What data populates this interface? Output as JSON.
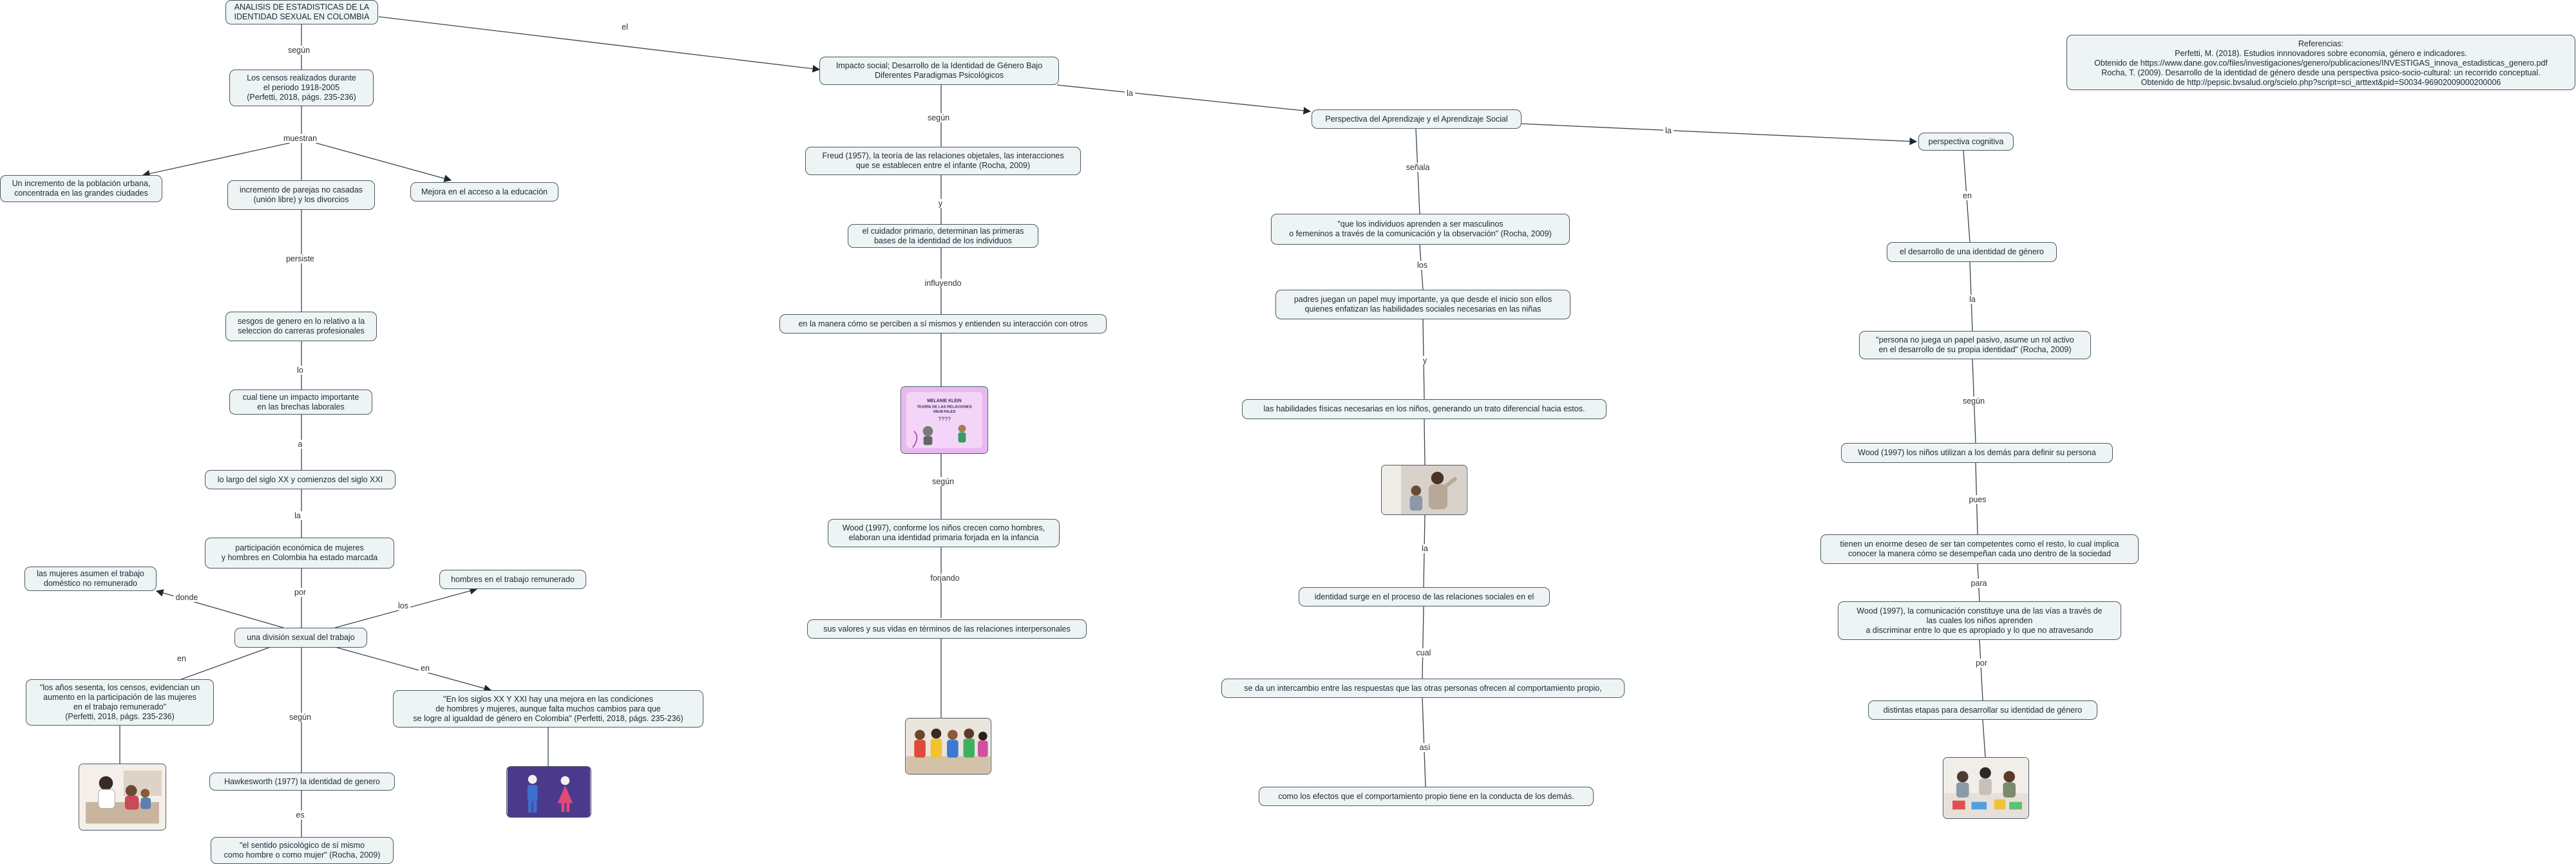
{
  "nodes": {
    "n_title": "ANALISIS DE ESTADISTICAS DE LA\nIDENTIDAD SEXUAL EN COLOMBIA",
    "n_censos": "Los censos realizados durante\nel periodo 1918-2005\n(Perfetti, 2018, págs. 235-236)",
    "n_urbana": "Un incremento de la población urbana,\nconcentrada en las grandes ciudades",
    "n_parejas": "incremento de parejas no casadas\n(unión libre) y los divorcios",
    "n_educacion": "Mejora en el acceso a la educación",
    "n_sesgos": "sesgos de genero en lo relativo a la\nseleccion do carreras profesionales",
    "n_impacto_brechas": "cual tiene un impacto importante\nen las brechas laborales",
    "n_siglo": "lo largo del siglo XX y comienzos del siglo XXI",
    "n_participacion": "participación económica de mujeres\ny hombres en Colombia ha estado marcada",
    "n_domestico": "las mujeres asumen el trabajo\ndoméstico no remunerado",
    "n_remunerado": "hombres en el trabajo remunerado",
    "n_division": "una división sexual del trabajo",
    "n_sesenta": "\"los años sesenta, los censos, evidencian un\naumento en la participación de las mujeres\nen el trabajo remunerado\"\n(Perfetti, 2018, págs. 235-236)",
    "n_siglos": "\"En los siglos XX Y XXI hay una mejora en las condiciones\nde hombres y mujeres, aunque falta muchos cambios para que\nse logre al igualdad de género en Colombia\" (Perfetti, 2018, págs. 235-236)",
    "n_hawkes": "Hawkesworth (1977) la identidad de genero",
    "n_sentido": "\"el sentido psicológico de sí mismo\ncomo hombre o como mujer\" (Rocha, 2009)",
    "n_impacto_social": "Impacto social; Desarrollo de la Identidad de Género Bajo\nDiferentes Paradigmas Psicológicos",
    "n_freud": "Freud (1957), la teoría de las relaciones objetales, las interacciones\nque se establecen entre el infante (Rocha, 2009)",
    "n_cuidador": "el cuidador primario, determinan las primeras\nbases de la identidad de los individuos",
    "n_perciben": "en la manera cómo se perciben a sí mismos y entienden su interacción con otros",
    "n_wood_forjada": "Wood (1997), conforme los niños crecen como hombres,\nelaboran una identidad primaria forjada en la infancia",
    "n_valores": "sus valores y sus vidas en términos de las relaciones interpersonales",
    "n_aprendizaje": "Perspectiva del Aprendizaje y el Aprendizaje Social",
    "n_masculinos": "\"que los individuos aprenden a ser masculinos\no femeninos a través de la comunicación y la observación\" (Rocha, 2009)",
    "n_padres": "padres juegan un papel muy importante, ya que desde el inicio son ellos\nquienes enfatizan las habilidades sociales necesarias en las niñas",
    "n_fisicas": "las habilidades físicas necesarias en los niños, generando un trato diferencial hacia estos.",
    "n_surge": "identidad surge en el proceso de las relaciones sociales en el",
    "n_intercambio": "se da un intercambio entre las respuestas que las otras personas ofrecen al comportamiento propio,",
    "n_efectos": "como los efectos que el comportamiento propio tiene en la conducta de los demás.",
    "n_cognitiva": "perspectiva cognitiva",
    "n_desarrollo": "el desarrollo de una identidad de género",
    "n_pasivo": "\"persona no juega un papel pasivo, asume un rol activo\nen el desarrollo de su propia identidad\" (Rocha, 2009)",
    "n_wood_definir": "Wood (1997) los niños utilizan a los demás para definir su persona",
    "n_deseo": "tienen un enorme deseo de ser tan competentes como el resto, lo cual implica\nconocer la manera cómo se desempeñan cada uno dentro de la sociedad",
    "n_wood_comunicacion": "Wood (1997), la comunicación constituye una de las vías a través de\nlas cuales los niños aprenden\na discriminar entre lo que es apropiado y lo que no atravesando",
    "n_etapas": "distintas etapas para desarrollar su identidad de género",
    "references": "Referencias:\nPerfetti, M. (2018). Estudios innnovadores sobre economía, género e indicadores.\nObtenido de https://www.dane.gov.co/files/investigaciones/genero/publicaciones/INVESTIGAS_innova_estadisticas_genero.pdf\nRocha, T. (2009). Desarrollo de la identidad de género desde una perspectiva psico-socio-cultural: un recorrido conceptual.\nObtenido de http://pepsic.bvsalud.org/scielo.php?script=sci_arttext&pid=S0034-96902009000200006"
  },
  "labels": {
    "l_el": "el",
    "l_segun1": "según",
    "l_muestran": "muestran",
    "l_persiste": "persiste",
    "l_lo": "lo",
    "l_a": "a",
    "l_la1": "la",
    "l_por1": "por",
    "l_donde": "donde",
    "l_los1": "los",
    "l_en1": "en",
    "l_en2": "en",
    "l_segun2": "según",
    "l_es": "es",
    "l_la2": "la",
    "l_segun3": "según",
    "l_y1": "y",
    "l_influyendo": "influyendo",
    "l_segun4": "según",
    "l_forjando": "forjando",
    "l_la3": "la",
    "l_senala": "señala",
    "l_los2": "los",
    "l_y2": "y",
    "l_la4": "la",
    "l_cual": "cual",
    "l_asi": "así",
    "l_en3": "en",
    "l_la5": "la",
    "l_segun5": "según",
    "l_pues": "pues",
    "l_para": "para",
    "l_por2": "por"
  },
  "images": {
    "img_freud_card_title": "MELANIE KLEIN\nTEORÍA DE LAS RELACIONES\nOBJETALES",
    "img_freud_card_marks": "????",
    "img_pareja_icons": [
      "man-icon",
      "woman-icon"
    ],
    "img_madre_icons": [
      "mother-child-icon"
    ],
    "img_ninos_icons": [
      "children-icon"
    ],
    "img_padre_icons": [
      "father-child-icon"
    ],
    "img_dibujo_icons": [
      "drawing-kids-icon"
    ]
  },
  "colors": {
    "node_fill": "#eef3f4",
    "node_border": "#4a5a66",
    "edge": "#3a4650",
    "card_pink": "#e8b9f0",
    "card_purple": "#4b3a8c"
  }
}
